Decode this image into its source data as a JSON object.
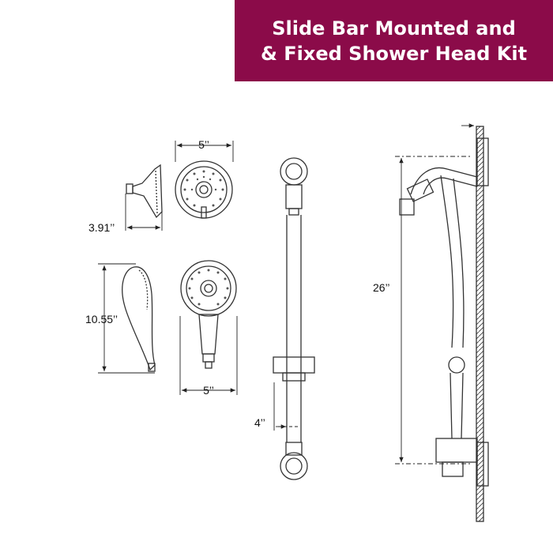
{
  "banner": {
    "line1": "Slide Bar Mounted and",
    "line2": "& Fixed Shower Head Kit",
    "bg_color": "#8b0b49"
  },
  "dimensions": {
    "fixed_head_width": "5’’",
    "fixed_head_depth": "3.91’’",
    "hand_shower_length": "10.55’’",
    "hand_shower_width": "5’’",
    "slide_bar_offset": "4’’",
    "total_height": "26’’"
  }
}
